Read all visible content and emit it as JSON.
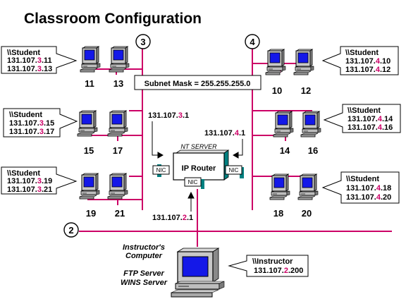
{
  "title": "Classroom Configuration",
  "subnet_mask": "Subnet Mask = 255.255.255.0",
  "accent_color": "#cc0066",
  "network_color": "#cc0066",
  "networks": {
    "n3": "3",
    "n4": "4",
    "n2": "2"
  },
  "router": {
    "caption": "NT SERVER",
    "label": "IP Router",
    "nic": "NIC"
  },
  "router_ips": {
    "left": {
      "pre": "131.107.",
      "mid": "3",
      "post": ".1"
    },
    "right": {
      "pre": "131.107.",
      "mid": "4",
      "post": ".1"
    },
    "bottom": {
      "pre": "131.107.",
      "mid": "2",
      "post": ".1"
    }
  },
  "computers": {
    "c11": "11",
    "c13": "13",
    "c10": "10",
    "c12": "12",
    "c15": "15",
    "c17": "17",
    "c14": "14",
    "c16": "16",
    "c19": "19",
    "c21": "21",
    "c18": "18",
    "c20": "20"
  },
  "callouts": {
    "s3a": {
      "name": "\\\\Student",
      "l1": {
        "pre": "131.107.",
        "mid": "3",
        "post": ".11"
      },
      "l2": {
        "pre": "131.107.",
        "mid": "3",
        "post": ".13"
      }
    },
    "s3b": {
      "name": "\\\\Student",
      "l1": {
        "pre": "131.107.",
        "mid": "3",
        "post": ".15"
      },
      "l2": {
        "pre": "131.107.",
        "mid": "3",
        "post": ".17"
      }
    },
    "s3c": {
      "name": "\\\\Student",
      "l1": {
        "pre": "131.107.",
        "mid": "3",
        "post": ".19"
      },
      "l2": {
        "pre": "131.107.",
        "mid": "3",
        "post": ".21"
      }
    },
    "s4a": {
      "name": "\\\\Student",
      "l1": {
        "pre": "131.107.",
        "mid": "4",
        "post": ".10"
      },
      "l2": {
        "pre": "131.107.",
        "mid": "4",
        "post": ".12"
      }
    },
    "s4b": {
      "name": "\\\\Student",
      "l1": {
        "pre": "131.107.",
        "mid": "4",
        "post": ".14"
      },
      "l2": {
        "pre": "131.107.",
        "mid": "4",
        "post": ".16"
      }
    },
    "s4c": {
      "name": "\\\\Student",
      "l1": {
        "pre": "131.107.",
        "mid": "4",
        "post": ".18"
      },
      "l2": {
        "pre": "131.107.",
        "mid": "4",
        "post": ".20"
      }
    },
    "instr": {
      "name": "\\\\Instructor",
      "l1": {
        "pre": "131.107.",
        "mid": "2",
        "post": ".200"
      }
    }
  },
  "instructor": {
    "line1": "Instructor's",
    "line2": "Computer",
    "line3": "FTP Server",
    "line4": "WINS Server"
  }
}
